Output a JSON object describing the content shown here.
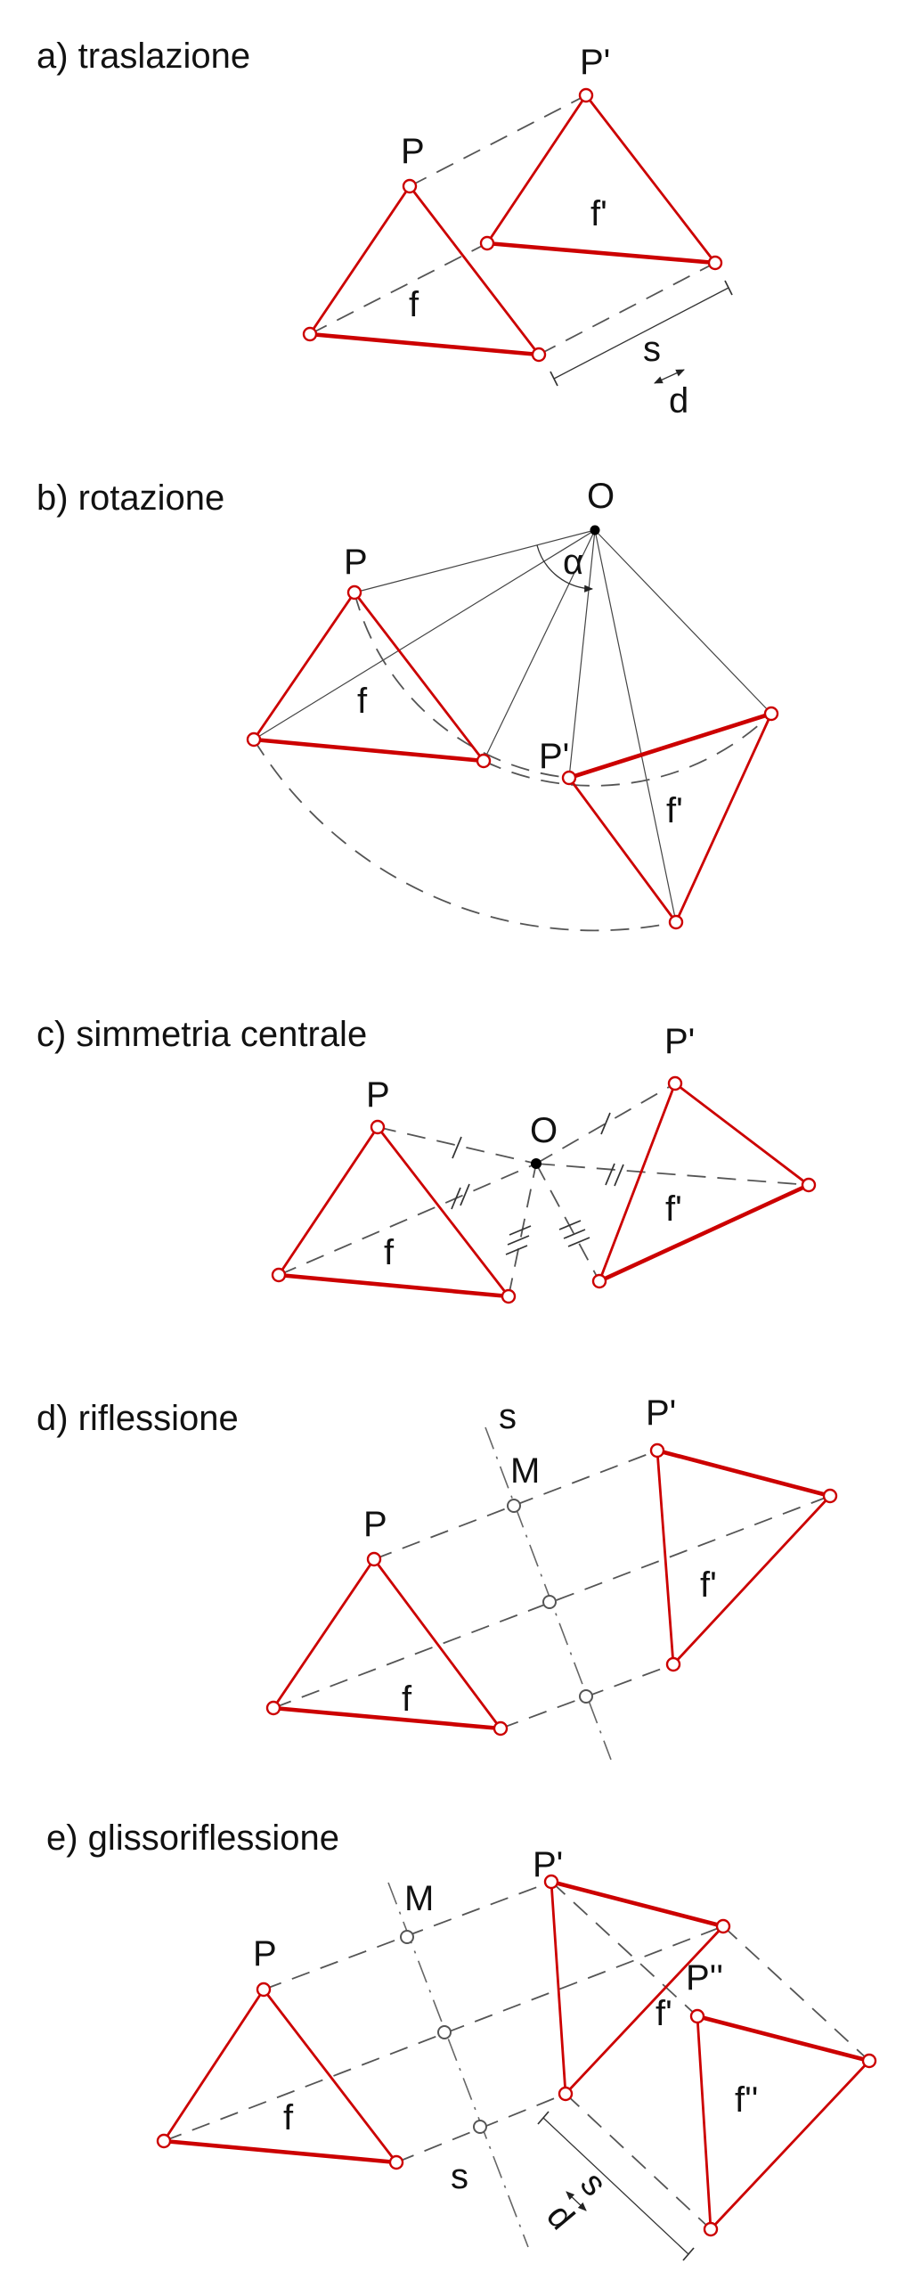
{
  "colors": {
    "triangle_red": "#cc0000",
    "construction_gray": "#555555",
    "label_black": "#111111"
  },
  "panels": [
    {
      "key": "a",
      "title": "a) traslazione",
      "labels": {
        "P": "P",
        "P1": "P'",
        "f": "f",
        "f1": "f'",
        "s": "s",
        "d": "d"
      }
    },
    {
      "key": "b",
      "title": "b) rotazione",
      "labels": {
        "O": "O",
        "alpha": "α",
        "P": "P",
        "P1": "P'",
        "f": "f",
        "f1": "f'"
      }
    },
    {
      "key": "c",
      "title": "c) simmetria centrale",
      "labels": {
        "P": "P",
        "P1": "P'",
        "O": "O",
        "f": "f",
        "f1": "f'"
      }
    },
    {
      "key": "d",
      "title": "d) riflessione",
      "labels": {
        "s": "s",
        "M": "M",
        "P": "P",
        "P1": "P'",
        "f": "f",
        "f1": "f'"
      }
    },
    {
      "key": "e",
      "title": "e) glissoriflessione",
      "labels": {
        "P": "P",
        "M": "M",
        "P1": "P'",
        "P2": "P''",
        "f": "f",
        "f1": "f'",
        "f2": "f''",
        "s_axis": "s",
        "s_vec": "s",
        "d": "d"
      }
    }
  ]
}
